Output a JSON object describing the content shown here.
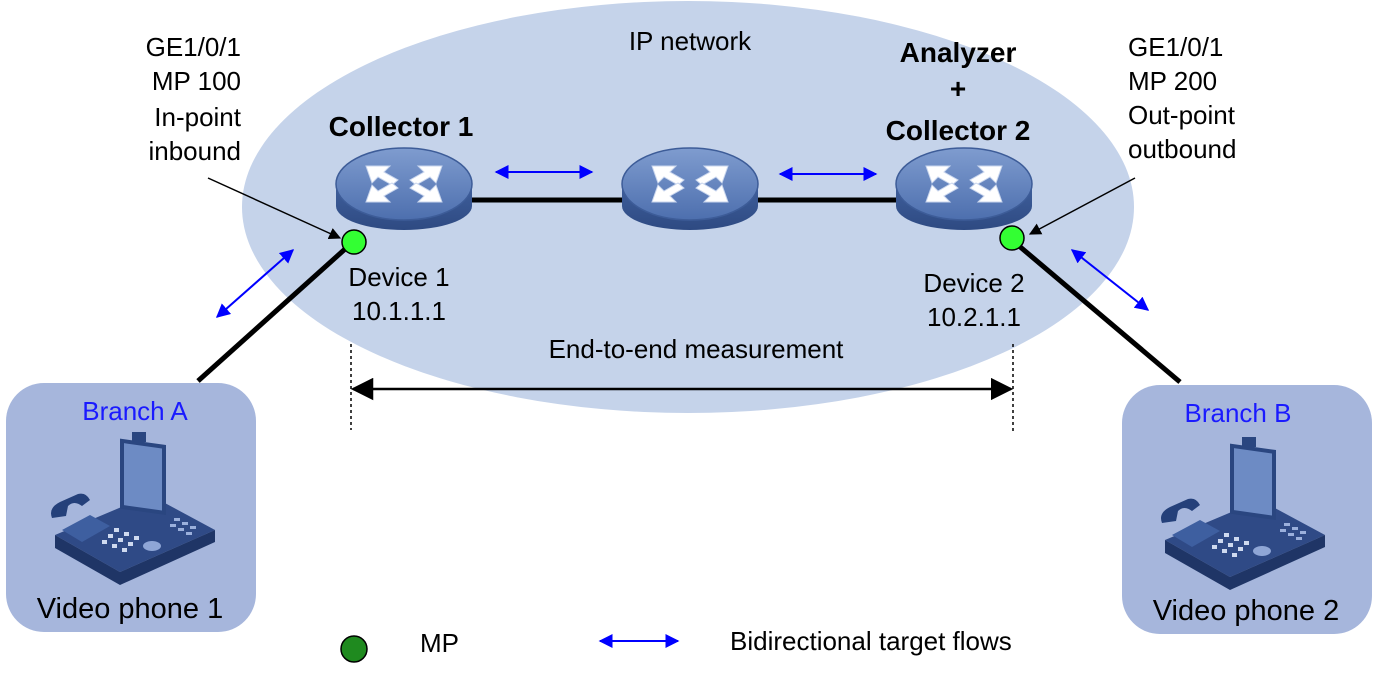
{
  "network": {
    "label": "IP network"
  },
  "collector1": {
    "title": "Collector 1",
    "device": "Device 1",
    "ip": "10.1.1.1"
  },
  "collector2": {
    "title_line1": "Analyzer",
    "title_line2": "+",
    "title_line3": "Collector 2",
    "device": "Device 2",
    "ip": "10.2.1.1"
  },
  "mp_left": {
    "line1": "GE1/0/1",
    "line2": "MP 100",
    "line3": "In-point",
    "line4": "inbound"
  },
  "mp_right": {
    "line1": "GE1/0/1",
    "line2": "MP 200",
    "line3": "Out-point",
    "line4": "outbound"
  },
  "measurement": {
    "label": "End-to-end measurement"
  },
  "branch_a": {
    "name": "Branch A",
    "device": "Video phone 1"
  },
  "branch_b": {
    "name": "Branch B",
    "device": "Video phone 2"
  },
  "legend": {
    "mp_label": "MP",
    "flow_label": "Bidirectional target flows"
  },
  "colors": {
    "cloud": "#c5d3ea",
    "branch_box": "#a6b6dc",
    "router": "#5b7bb5",
    "mp_green": "#33ff33",
    "legend_green": "#1f8a1f",
    "flow_blue": "#0000ff"
  }
}
